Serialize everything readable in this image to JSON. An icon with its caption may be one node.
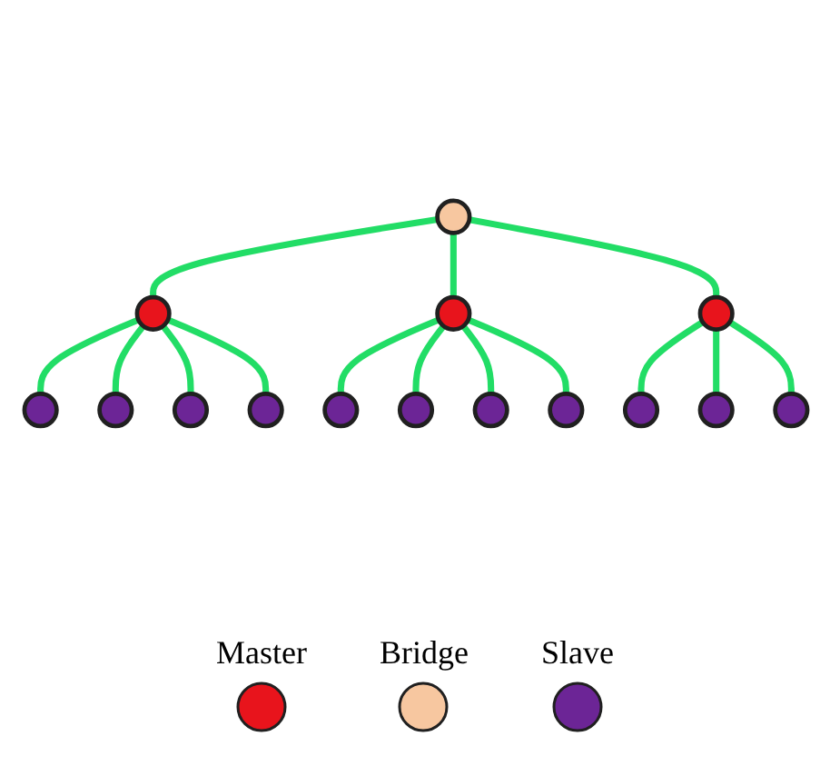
{
  "diagram": {
    "nodes": [
      {
        "text": [],
        "shape": "circle"
      },
      {
        "text": [],
        "shape": "circle"
      },
      {
        "text": [],
        "shape": "circle"
      },
      {
        "text": [],
        "shape": "circle"
      },
      {
        "text": [],
        "shape": "circle"
      },
      {
        "text": [],
        "shape": "circle"
      },
      {
        "text": [],
        "shape": "circle"
      },
      {
        "text": [],
        "shape": "circle"
      },
      {
        "text": [],
        "shape": "circle"
      },
      {
        "text": [],
        "shape": "circle"
      },
      {
        "text": [],
        "shape": "circle"
      },
      {
        "text": [],
        "shape": "circle"
      },
      {
        "text": [],
        "shape": "circle"
      },
      {
        "text": [],
        "shape": "circle"
      },
      {
        "text": [],
        "shape": "circle"
      }
    ],
    "edges": [
      {
        "from": 6,
        "to": 0,
        "arrow": "none"
      },
      {
        "from": 6,
        "to": 1,
        "arrow": "none"
      },
      {
        "from": 6,
        "to": 4,
        "arrow": "none"
      },
      {
        "from": 6,
        "to": 5,
        "arrow": "none"
      },
      {
        "from": 7,
        "to": 2,
        "arrow": "none"
      },
      {
        "from": 7,
        "to": 3,
        "arrow": "none"
      },
      {
        "from": 7,
        "to": 8,
        "arrow": "none"
      },
      {
        "from": 7,
        "to": 10,
        "arrow": "none"
      },
      {
        "from": 9,
        "to": 6,
        "arrow": "none"
      },
      {
        "from": 9,
        "to": 7,
        "arrow": "none"
      },
      {
        "from": 9,
        "to": 11,
        "arrow": "none"
      },
      {
        "from": 11,
        "to": 12,
        "arrow": "none"
      },
      {
        "from": 11,
        "to": 13,
        "arrow": "none"
      },
      {
        "from": 11,
        "to": 14,
        "arrow": "none"
      }
    ],
    "legend": [
      {
        "text": "Master"
      },
      {
        "text": "Bridge"
      },
      {
        "text": "Slave"
      }
    ]
  }
}
